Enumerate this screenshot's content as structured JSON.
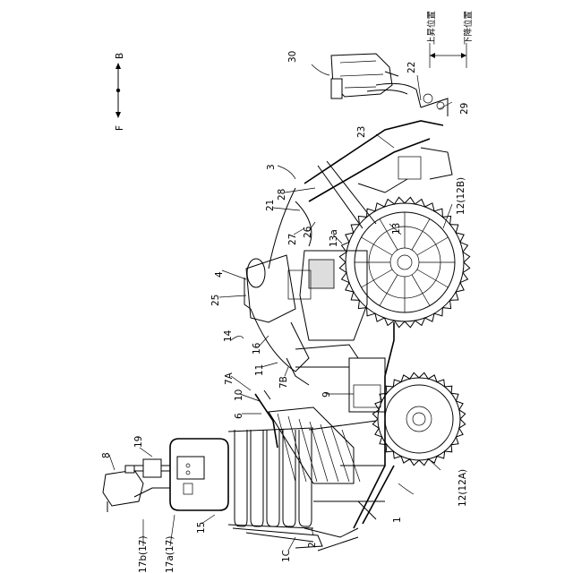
{
  "figure": {
    "direction": {
      "forward": "F",
      "backward": "B"
    },
    "positions": {
      "raised": "上昇位置",
      "lowered": "下降位置"
    },
    "labels": {
      "l1": "1",
      "l1C": "1C",
      "l2": "2",
      "l3": "3",
      "l4": "4",
      "l6": "6",
      "l7A": "7A",
      "l7B": "7B",
      "l8": "8",
      "l9": "9",
      "l10": "10",
      "l11": "11",
      "l12": "12(12A)",
      "l12B": "12(12B)",
      "l13": "13",
      "l13a": "13a",
      "l14": "14",
      "l15": "15",
      "l16": "16",
      "l17a": "17a(17)",
      "l17b": "17b(17)",
      "l19": "19",
      "l21": "21",
      "l22": "22",
      "l23": "23",
      "l25": "25",
      "l26": "26",
      "l27": "27",
      "l28": "28",
      "l29": "29",
      "l30": "30"
    }
  }
}
